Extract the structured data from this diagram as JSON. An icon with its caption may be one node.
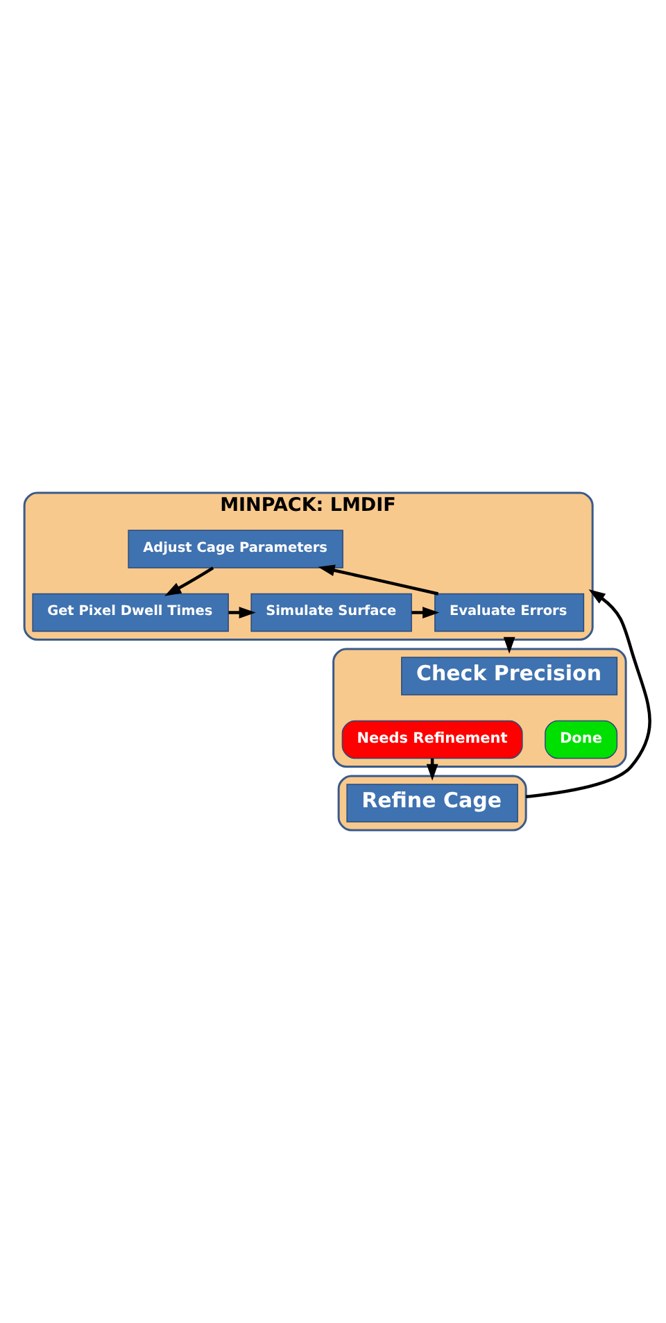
{
  "diagram": {
    "nodes": [
      {
        "text": [
          "MINPACK: LMDIF"
        ]
      },
      {
        "text": [
          "Adjust Cage Parameters"
        ],
        "in": 0
      },
      {
        "text": [
          "Get Pixel Dwell Times"
        ],
        "in": 0
      },
      {
        "text": [
          "Simulate Surface"
        ],
        "in": 0
      },
      {
        "text": [
          "Evaluate Errors"
        ],
        "in": 0
      },
      {
        "text": [],
        "shape": "box"
      },
      {
        "text": [
          "Check Precision"
        ],
        "in": 5
      },
      {
        "text": [
          "Needs Refinement"
        ],
        "in": 5
      },
      {
        "text": [
          "Done"
        ],
        "in": 5
      },
      {
        "text": [],
        "shape": "box"
      },
      {
        "text": [
          "Refine Cage"
        ],
        "in": 9
      }
    ],
    "edges": [
      {
        "from": 4,
        "to": 1,
        "arrow": "to"
      },
      {
        "from": 1,
        "to": 2,
        "arrow": "to"
      },
      {
        "from": 2,
        "to": 3,
        "arrow": "to"
      },
      {
        "from": 3,
        "to": 4,
        "arrow": "to"
      },
      {
        "from": 0,
        "to": 5,
        "arrow": "to"
      },
      {
        "from": 7,
        "to": 9,
        "arrow": "to"
      },
      {
        "from": 9,
        "to": 0,
        "arrow": "to"
      }
    ]
  }
}
